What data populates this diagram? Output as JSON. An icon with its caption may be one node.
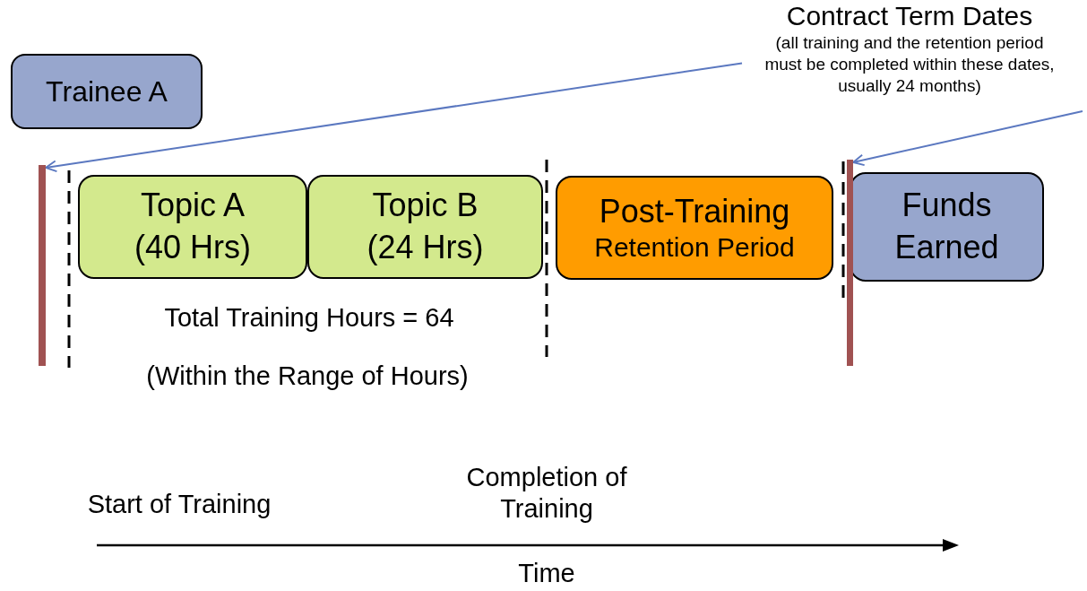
{
  "diagram": {
    "nodes": [
      {
        "text": [
          "Trainee A"
        ]
      },
      {
        "text": [
          "Topic A (40 Hrs)"
        ]
      },
      {
        "text": [
          "Topic B (24 Hrs)"
        ]
      },
      {
        "text": [
          "Post-Training",
          "Retention Period"
        ]
      },
      {
        "text": [
          "Funds Earned"
        ]
      },
      {
        "text": [
          "Contract Term Dates",
          "(all training and the retention period must be completed within these dates, usually 24 months)"
        ]
      },
      {
        "text": [],
        "shape": "bar"
      },
      {
        "text": [],
        "shape": "bar"
      }
    ],
    "edges": [
      {
        "from": 5,
        "to": 6,
        "arrow": "to"
      },
      {
        "from": 5,
        "to": 7,
        "arrow": "to"
      }
    ],
    "labels": [
      "Total Training Hours = 64",
      "(Within the Range of Hours)",
      "Start of Training",
      "Completion of Training",
      "Time"
    ]
  }
}
